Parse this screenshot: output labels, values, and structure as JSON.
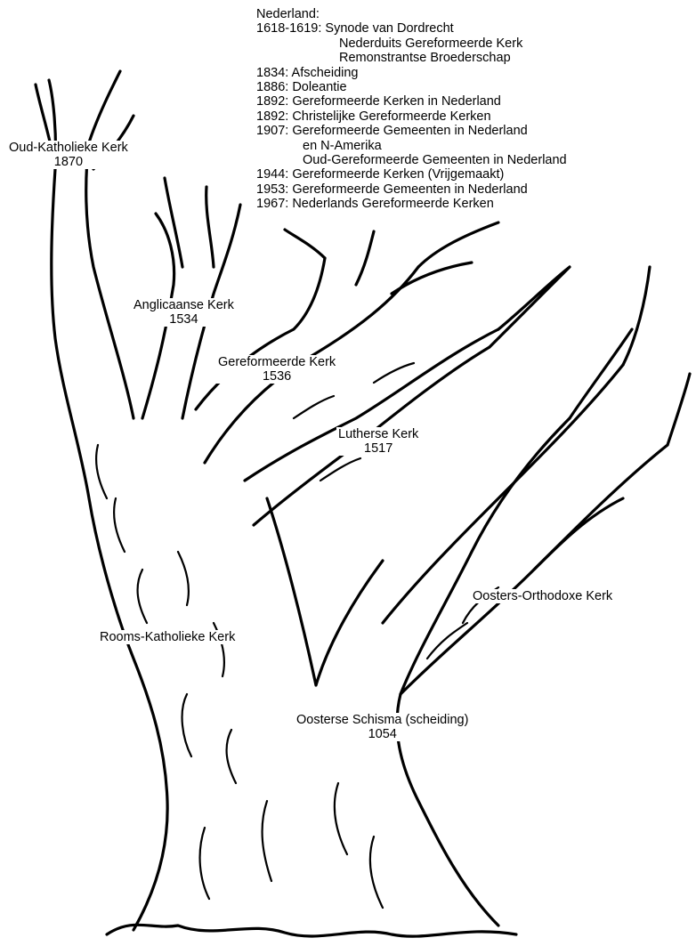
{
  "netherlands": {
    "heading": "Nederland:",
    "entries": [
      {
        "year": "1618-1619:",
        "lines": [
          "Synode van Dordrecht",
          "Nederduits Gereformeerde Kerk",
          "Remonstrantse Broederschap"
        ]
      },
      {
        "year": "1834:",
        "lines": [
          "Afscheiding"
        ]
      },
      {
        "year": "1886:",
        "lines": [
          "Doleantie"
        ]
      },
      {
        "year": "1892:",
        "lines": [
          "Gereformeerde Kerken in Nederland"
        ]
      },
      {
        "year": "1892:",
        "lines": [
          "Christelijke Gereformeerde Kerken"
        ]
      },
      {
        "year": "1907:",
        "lines": [
          "Gereformeerde Gemeenten in Nederland",
          "en N-Amerika",
          "Oud-Gereformeerde Gemeenten in Nederland"
        ]
      },
      {
        "year": "1944:",
        "lines": [
          "Gereformeerde Kerken (Vrijgemaakt)"
        ]
      },
      {
        "year": "1953:",
        "lines": [
          "Gereformeerde Gemeenten in Nederland"
        ]
      },
      {
        "year": "1967:",
        "lines": [
          "Nederlands Gereformeerde Kerken"
        ]
      }
    ]
  },
  "branches": {
    "oud_katholiek": {
      "name": "Oud-Katholieke Kerk",
      "year": "1870"
    },
    "anglicaans": {
      "name": "Anglicaanse Kerk",
      "year": "1534"
    },
    "gereformeerd": {
      "name": "Gereformeerde Kerk",
      "year": "1536"
    },
    "luthers": {
      "name": "Lutherse Kerk",
      "year": "1517"
    },
    "oosters_orthodox": {
      "name": "Oosters-Orthodoxe Kerk",
      "year": ""
    },
    "rooms_katholiek": {
      "name": "Rooms-Katholieke Kerk",
      "year": ""
    },
    "schisma": {
      "name": "Oosterse Schisma (scheiding)",
      "year": "1054"
    }
  }
}
